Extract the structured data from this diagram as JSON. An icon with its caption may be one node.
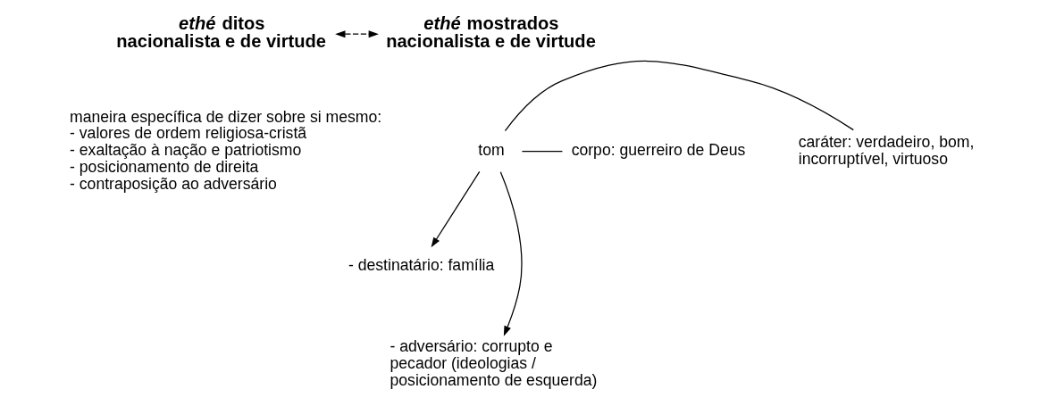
{
  "diagram": {
    "nodes": [
      {
        "text": [
          "*ethé* ditos",
          "nacionalista e de virtude"
        ]
      },
      {
        "text": [
          "*ethé* mostrados",
          "nacionalista e de virtude"
        ]
      },
      {
        "text": [
          "maneira específica de dizer sobre si mesmo:",
          "- valores de ordem religiosa-cristã",
          "- exaltação à nação e patriotismo",
          "- posicionamento de direita",
          "- contraposição ao adversário"
        ]
      },
      {
        "text": [
          "tom"
        ]
      },
      {
        "text": [
          "corpo: guerreiro de Deus"
        ]
      },
      {
        "text": [
          "caráter: verdadeiro, bom, incorruptível, virtuoso"
        ]
      },
      {
        "text": [
          "- destinatário: família"
        ]
      },
      {
        "text": [
          "- adversário: corrupto e pecador (ideologias / posicionamento de esquerda)"
        ]
      }
    ],
    "edges": [
      {
        "from": 0,
        "to": 1,
        "arrow": "both",
        "style": "dashed"
      },
      {
        "from": 3,
        "to": 4,
        "arrow": "none"
      },
      {
        "from": 3,
        "to": 5,
        "arrow": "none"
      },
      {
        "from": 3,
        "to": 6,
        "arrow": "to"
      },
      {
        "from": 3,
        "to": 7,
        "arrow": "to"
      }
    ]
  }
}
